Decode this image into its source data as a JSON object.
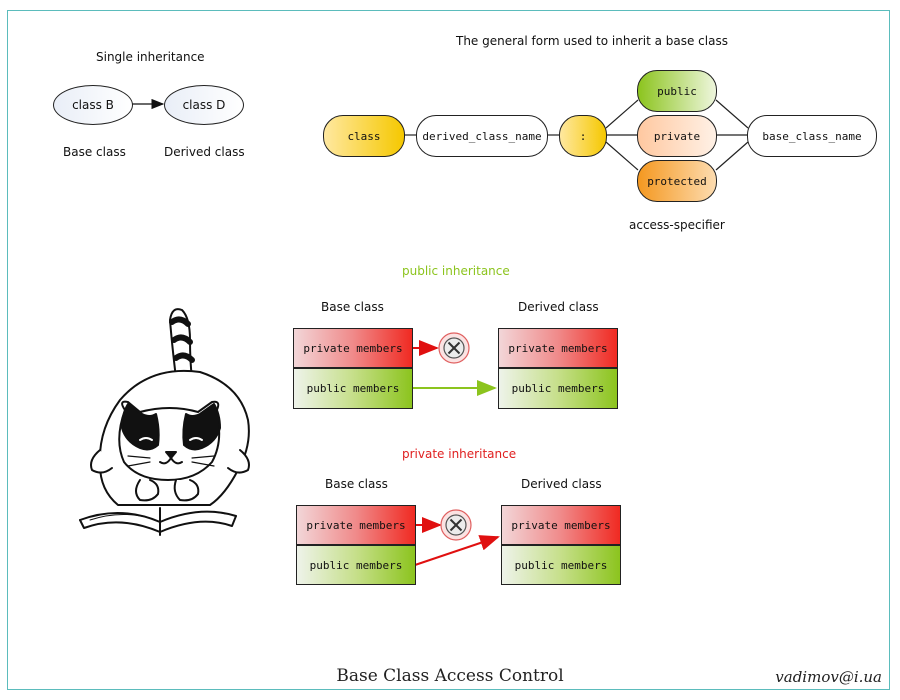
{
  "single": {
    "title": "Single inheritance",
    "node_b": "class B",
    "node_d": "class D",
    "label_b": "Base class",
    "label_d": "Derived class"
  },
  "general": {
    "title": "The general form used to inherit a base class",
    "class_kw": "class",
    "derived_name": "derived_class_name",
    "colon": ":",
    "public": "public",
    "private": "private",
    "protected": "protected",
    "base_name": "base_class_name",
    "access_label": "access-specifier"
  },
  "public_inheritance": {
    "title": "public inheritance",
    "base_label": "Base class",
    "derived_label": "Derived class",
    "private_members": "private members",
    "public_members": "public members"
  },
  "private_inheritance": {
    "title": "private inheritance",
    "base_label": "Base class",
    "derived_label": "Derived class",
    "private_members": "private members",
    "public_members": "public members"
  },
  "footer": {
    "title": "Base Class Access Control",
    "email": "vadimov@i.ua"
  },
  "colors": {
    "frame": "#5bbcbc",
    "public_title": "#8cc41e",
    "private_title": "#e02020",
    "arrow_red": "#e01010",
    "arrow_green": "#8cc41e"
  },
  "icons": [
    "blocked-icon",
    "cat-illustration"
  ]
}
